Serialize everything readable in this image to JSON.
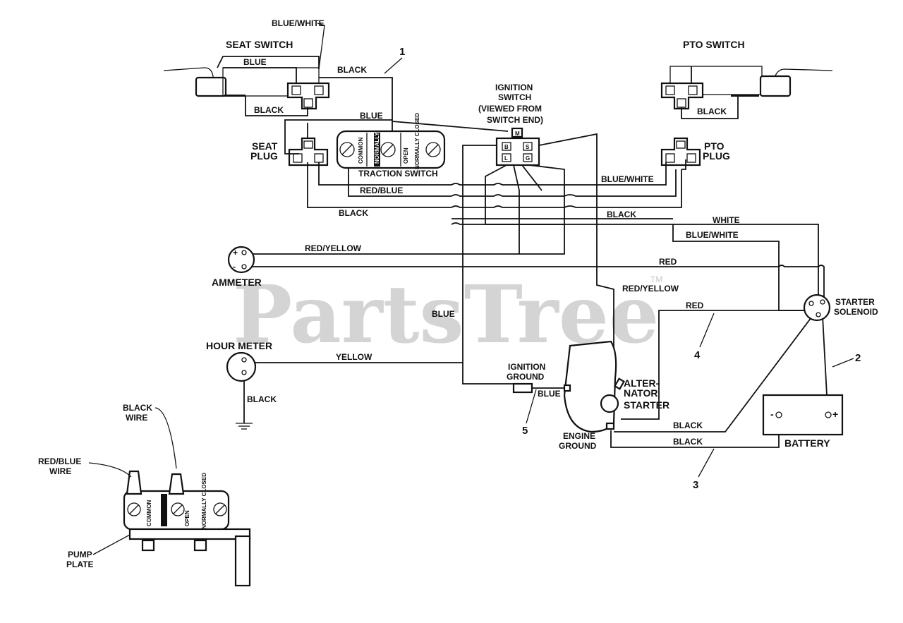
{
  "watermark": {
    "text": "PartsTree",
    "tm": "TM"
  },
  "components": {
    "seat_switch": "SEAT  SWITCH",
    "pto_switch": "PTO SWITCH",
    "ignition_switch": [
      "IGNITION",
      "SWITCH",
      "(VIEWED FROM",
      "SWITCH END)"
    ],
    "seat_plug": [
      "SEAT",
      "PLUG"
    ],
    "pto_plug": [
      "PTO",
      "PLUG"
    ],
    "traction_switch": "TRACTION SWITCH",
    "traction_terms": [
      "COMMON",
      "NORMALLY",
      "OPEN",
      "NORMALLY CLOSED"
    ],
    "ammeter": "AMMETER",
    "hour_meter": "HOUR METER",
    "ignition_ground": [
      "IGNITION",
      "GROUND"
    ],
    "alternator_starter": [
      "ALTER-",
      "NATOR",
      "STARTER"
    ],
    "engine_ground": [
      "ENGINE",
      "GROUND"
    ],
    "starter_solenoid": [
      "STARTER",
      "SOLENOID"
    ],
    "battery": "BATTERY",
    "battery_neg": "-",
    "battery_pos": "+",
    "black_wire": [
      "BLACK",
      "WIRE"
    ],
    "red_blue_wire": [
      "RED/BLUE",
      "WIRE"
    ],
    "pump_plate": [
      "PUMP",
      "PLATE"
    ],
    "ign_terms": [
      "M",
      "B",
      "S",
      "L",
      "G"
    ]
  },
  "wire_labels": {
    "blue_white_top": "BLUE/WHITE",
    "blue_seat": "BLUE",
    "black_seat": "BLACK",
    "black_seat2": "BLACK",
    "blue_to_ign": "BLUE",
    "black_pto": "BLACK",
    "blue_white_pto": "BLUE/WHITE",
    "red_blue": "RED/BLUE",
    "black_main": "BLACK",
    "black_right": "BLACK",
    "white": "WHITE",
    "blue_white_right": "BLUE/WHITE",
    "red_yellow": "RED/YELLOW",
    "red": "RED",
    "red_yellow2": "RED/YELLOW",
    "blue_vert": "BLUE",
    "red_sol": "RED",
    "yellow": "YELLOW",
    "black_ground": "BLACK",
    "blue_ign_ground": "BLUE",
    "black_batt1": "BLACK",
    "black_batt2": "BLACK"
  },
  "callouts": [
    "1",
    "2",
    "3",
    "4",
    "5"
  ]
}
